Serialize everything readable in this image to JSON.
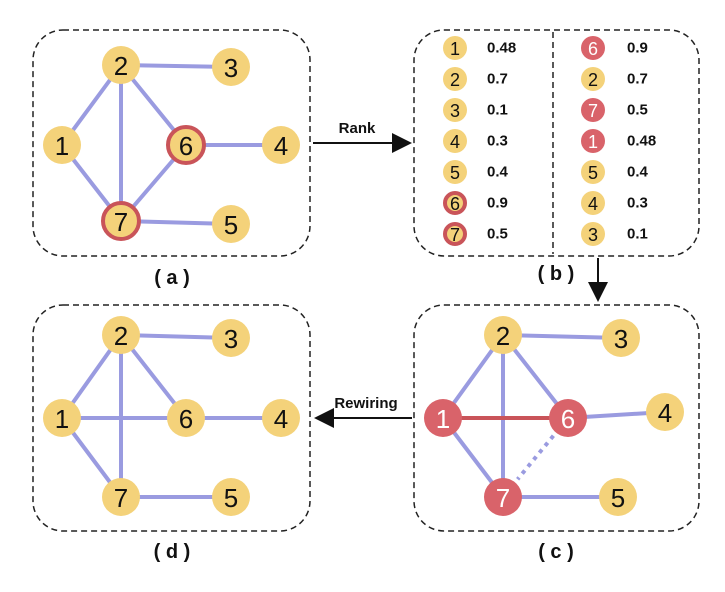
{
  "captions": {
    "a": "( a )",
    "b": "( b )",
    "c": "( c )",
    "d": "( d )"
  },
  "arrows": {
    "rank": "Rank",
    "rewiring": "Rewiring"
  },
  "colors": {
    "node": "#f4d27a",
    "highlight": "#d9636a",
    "edge": "#9a9be0",
    "ring": "#c95459"
  },
  "panel_a": {
    "nodes": [
      {
        "id": "1",
        "style": "normal"
      },
      {
        "id": "2",
        "style": "normal"
      },
      {
        "id": "3",
        "style": "normal"
      },
      {
        "id": "4",
        "style": "normal"
      },
      {
        "id": "5",
        "style": "normal"
      },
      {
        "id": "6",
        "style": "ringed"
      },
      {
        "id": "7",
        "style": "ringed"
      }
    ],
    "edges": [
      [
        "1",
        "2"
      ],
      [
        "2",
        "3"
      ],
      [
        "2",
        "6"
      ],
      [
        "2",
        "7"
      ],
      [
        "1",
        "7"
      ],
      [
        "6",
        "4"
      ],
      [
        "6",
        "7"
      ],
      [
        "7",
        "5"
      ]
    ]
  },
  "panel_b": {
    "left_list": [
      {
        "node": "1",
        "score": "0.48",
        "style": "normal"
      },
      {
        "node": "2",
        "score": "0.7",
        "style": "normal"
      },
      {
        "node": "3",
        "score": "0.1",
        "style": "normal"
      },
      {
        "node": "4",
        "score": "0.3",
        "style": "normal"
      },
      {
        "node": "5",
        "score": "0.4",
        "style": "normal"
      },
      {
        "node": "6",
        "score": "0.9",
        "style": "ringed"
      },
      {
        "node": "7",
        "score": "0.5",
        "style": "ringed"
      }
    ],
    "right_list": [
      {
        "node": "6",
        "score": "0.9",
        "style": "red"
      },
      {
        "node": "2",
        "score": "0.7",
        "style": "normal"
      },
      {
        "node": "7",
        "score": "0.5",
        "style": "red"
      },
      {
        "node": "1",
        "score": "0.48",
        "style": "red"
      },
      {
        "node": "5",
        "score": "0.4",
        "style": "normal"
      },
      {
        "node": "4",
        "score": "0.3",
        "style": "normal"
      },
      {
        "node": "3",
        "score": "0.1",
        "style": "normal"
      }
    ]
  },
  "panel_c": {
    "nodes": [
      {
        "id": "1",
        "style": "red"
      },
      {
        "id": "2",
        "style": "normal"
      },
      {
        "id": "3",
        "style": "normal"
      },
      {
        "id": "4",
        "style": "normal"
      },
      {
        "id": "5",
        "style": "normal"
      },
      {
        "id": "6",
        "style": "red"
      },
      {
        "id": "7",
        "style": "red"
      }
    ],
    "edges": [
      [
        "1",
        "2"
      ],
      [
        "2",
        "3"
      ],
      [
        "2",
        "6"
      ],
      [
        "2",
        "7"
      ],
      [
        "1",
        "7"
      ],
      [
        "6",
        "4"
      ],
      [
        "7",
        "5"
      ]
    ],
    "added_edges": [
      [
        "1",
        "6"
      ]
    ],
    "removed_edges": [
      [
        "6",
        "7"
      ]
    ]
  },
  "panel_d": {
    "nodes": [
      {
        "id": "1",
        "style": "normal"
      },
      {
        "id": "2",
        "style": "normal"
      },
      {
        "id": "3",
        "style": "normal"
      },
      {
        "id": "4",
        "style": "normal"
      },
      {
        "id": "5",
        "style": "normal"
      },
      {
        "id": "6",
        "style": "normal"
      },
      {
        "id": "7",
        "style": "normal"
      }
    ],
    "edges": [
      [
        "1",
        "2"
      ],
      [
        "2",
        "3"
      ],
      [
        "2",
        "6"
      ],
      [
        "2",
        "7"
      ],
      [
        "1",
        "7"
      ],
      [
        "1",
        "6"
      ],
      [
        "6",
        "4"
      ],
      [
        "7",
        "5"
      ]
    ]
  }
}
